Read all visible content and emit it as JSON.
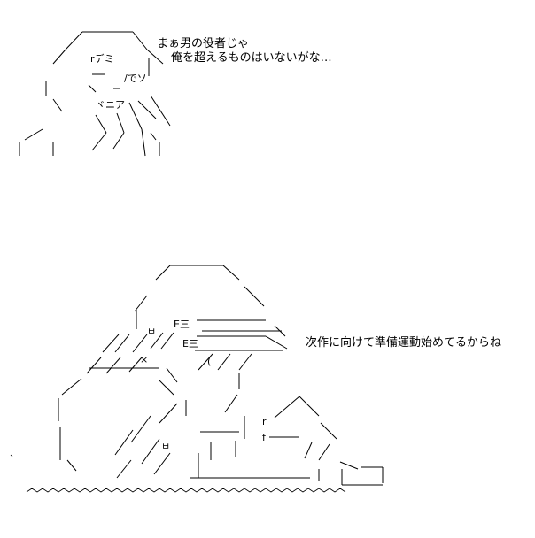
{
  "captions": {
    "top_line1": "まぁ男の役者じゃ",
    "top_line2": "俺を超えるものはいないがな…",
    "bottom": "次作に向けて準備運動始めてるからね"
  },
  "figure_glyphs": {
    "top": {
      "eye_left": "rデミ",
      "eye_right": "/でソ",
      "mouth": "ヾニア"
    },
    "bottom": {
      "eq1": "E三",
      "eq2": "E三",
      "mark_a": "ㅂ",
      "mark_b": "ㅂ",
      "cross": "×",
      "paren": "(",
      "side_a": "r",
      "side_b": "f"
    }
  },
  "colors": {
    "ink": "#000000",
    "paper": "#ffffff"
  }
}
